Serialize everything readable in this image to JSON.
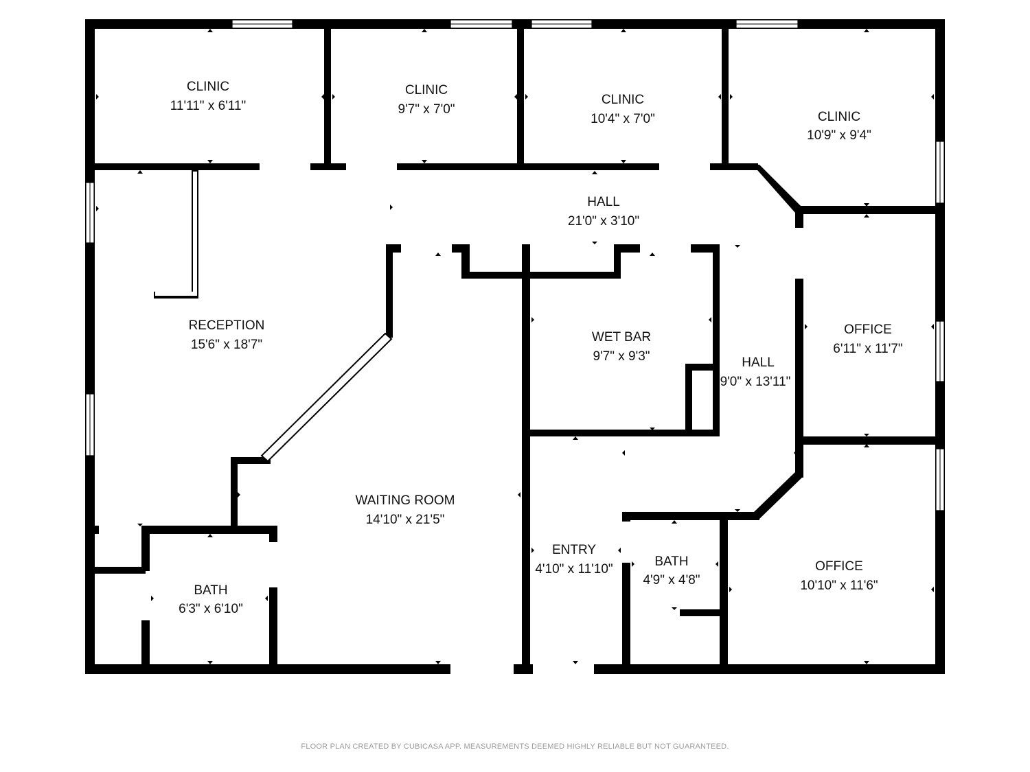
{
  "rooms": [
    {
      "id": "clinic-1",
      "name": "CLINIC",
      "dimensions": "11'11\" x 6'11\""
    },
    {
      "id": "clinic-2",
      "name": "CLINIC",
      "dimensions": "9'7\" x 7'0\""
    },
    {
      "id": "clinic-3",
      "name": "CLINIC",
      "dimensions": "10'4\" x 7'0\""
    },
    {
      "id": "clinic-4",
      "name": "CLINIC",
      "dimensions": "10'9\" x 9'4\""
    },
    {
      "id": "hall-1",
      "name": "HALL",
      "dimensions": "21'0\" x 3'10\""
    },
    {
      "id": "reception",
      "name": "RECEPTION",
      "dimensions": "15'6\" x 18'7\""
    },
    {
      "id": "wet-bar",
      "name": "WET BAR",
      "dimensions": "9'7\" x 9'3\""
    },
    {
      "id": "hall-2",
      "name": "HALL",
      "dimensions": "9'0\" x 13'11\""
    },
    {
      "id": "office-1",
      "name": "OFFICE",
      "dimensions": "6'11\" x 11'7\""
    },
    {
      "id": "waiting-room",
      "name": "WAITING ROOM",
      "dimensions": "14'10\" x 21'5\""
    },
    {
      "id": "entry",
      "name": "ENTRY",
      "dimensions": "4'10\" x 11'10\""
    },
    {
      "id": "bath-1",
      "name": "BATH",
      "dimensions": "4'9\" x 4'8\""
    },
    {
      "id": "office-2",
      "name": "OFFICE",
      "dimensions": "10'10\" x 11'6\""
    },
    {
      "id": "bath-2",
      "name": "BATH",
      "dimensions": "6'3\" x 6'10\""
    }
  ],
  "footer": "FLOOR PLAN CREATED BY CUBICASA APP. MEASUREMENTS DEEMED HIGHLY RELIABLE BUT NOT GUARANTEED."
}
